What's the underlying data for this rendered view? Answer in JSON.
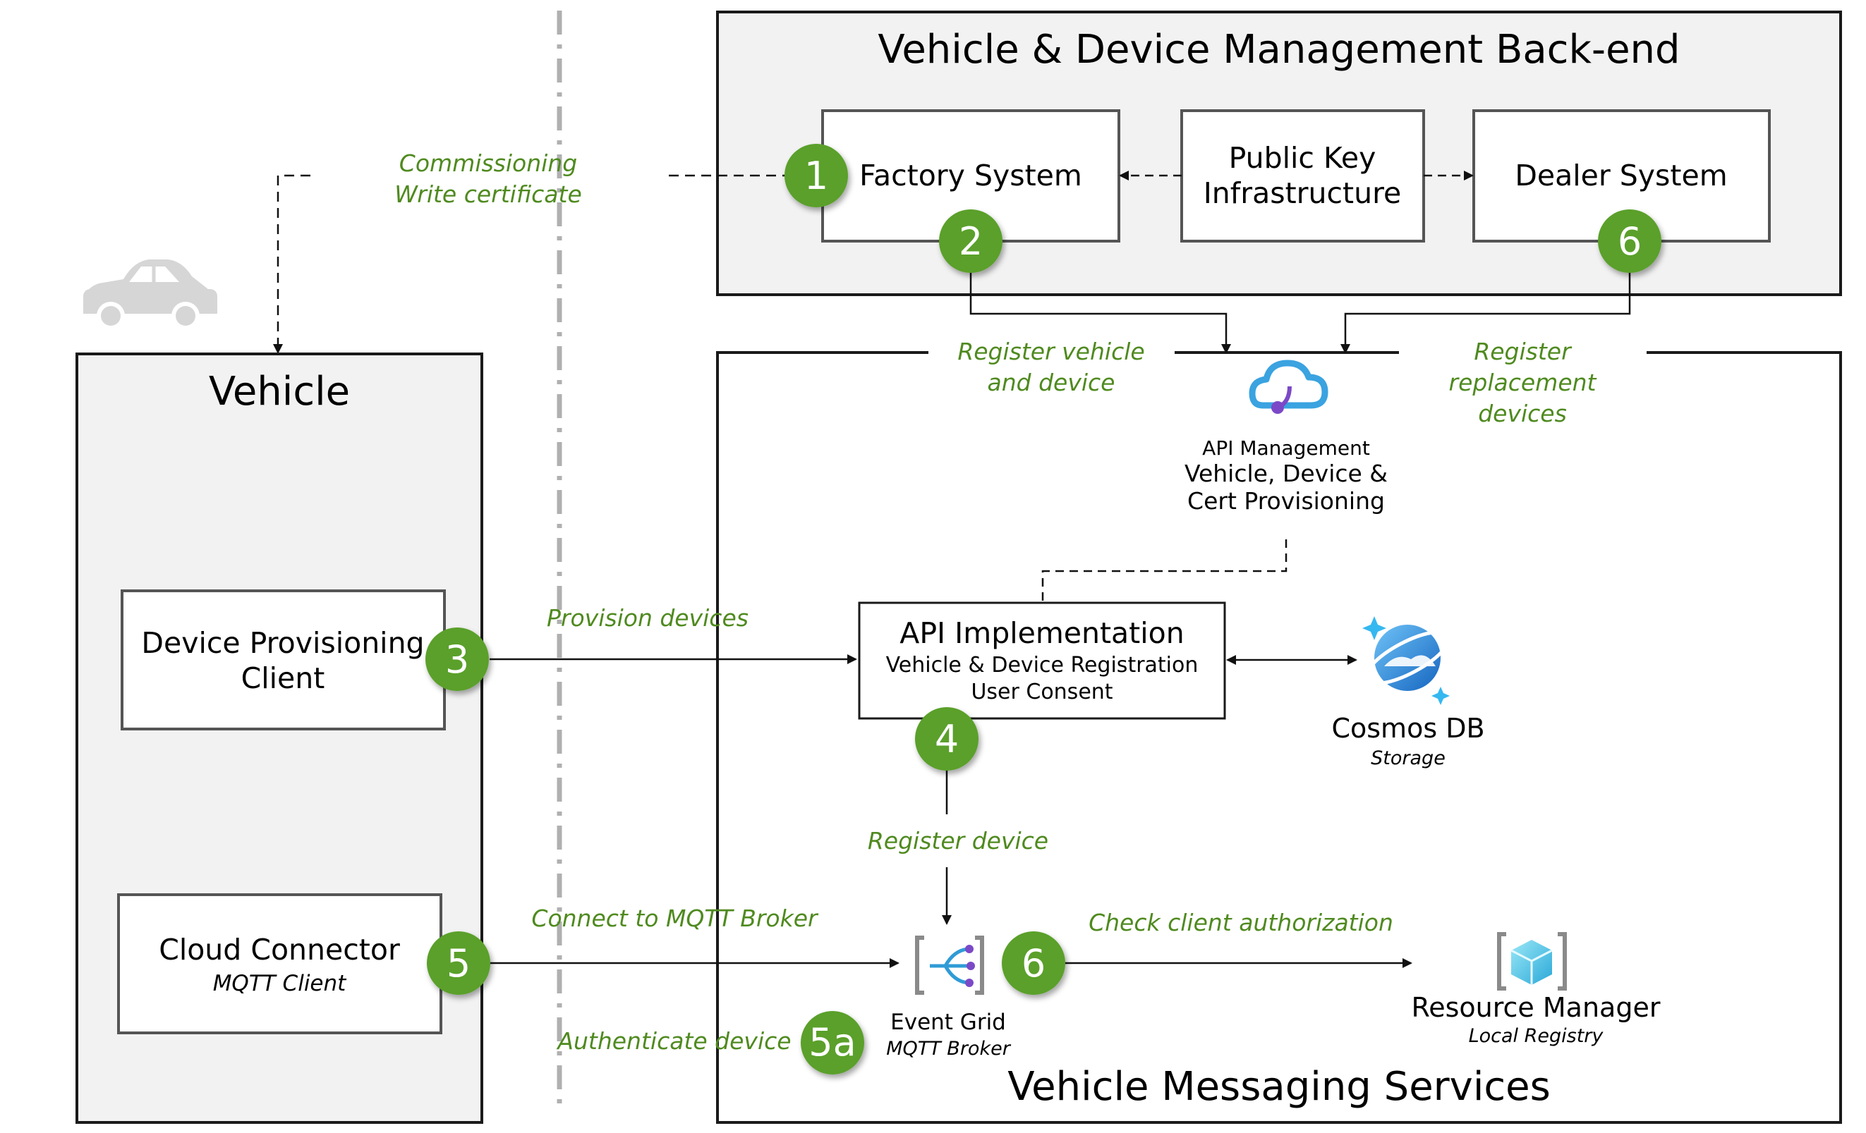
{
  "backend": {
    "title": "Vehicle & Device Management Back-end"
  },
  "factory_system": {
    "label": "Factory System"
  },
  "pki": {
    "line1": "Public Key",
    "line2": "Infrastructure"
  },
  "dealer_system": {
    "label": "Dealer System"
  },
  "vehicle": {
    "title": "Vehicle"
  },
  "device_provisioning_client": {
    "line1": "Device Provisioning",
    "line2": "Client"
  },
  "cloud_connector": {
    "label": "Cloud Connector",
    "sub": "MQTT Client"
  },
  "messaging_services": {
    "title": "Vehicle Messaging Services"
  },
  "api_management": {
    "line1": "API Management",
    "line2": "Vehicle, Device &",
    "line3": "Cert Provisioning"
  },
  "api_implementation": {
    "title": "API Implementation",
    "line2": "Vehicle & Device Registration",
    "line3": "User Consent"
  },
  "cosmos_db": {
    "name": "Cosmos DB",
    "sub": "Storage"
  },
  "event_grid": {
    "name": "Event Grid",
    "sub": "MQTT Broker"
  },
  "resource_manager": {
    "name": "Resource Manager",
    "sub": "Local Registry"
  },
  "edge_labels": {
    "commissioning_1": "Commissioning",
    "commissioning_2": "Write certificate",
    "register_vehicle_1": "Register vehicle",
    "register_vehicle_2": "and device",
    "register_replacement_1": "Register",
    "register_replacement_2": "replacement",
    "register_replacement_3": "devices",
    "provision_devices": "Provision devices",
    "register_device": "Register device",
    "connect_mqtt": "Connect to MQTT Broker",
    "check_auth": "Check client authorization",
    "authenticate_device": "Authenticate device"
  },
  "steps": {
    "factory": "1",
    "factory_register": "2",
    "dealer": "6",
    "provisioning": "3",
    "api_impl": "4",
    "connector": "5",
    "auth": "5a",
    "event_grid": "6"
  },
  "colors": {
    "step_green": "#5aa02c",
    "edge_label_green": "#4f8a1f",
    "panel_fill": "#f2f2f2",
    "border": "#1a1a1a",
    "separator": "#b0b0b0",
    "car_gray": "#d6d6d6"
  },
  "icons": {
    "car": "car-icon",
    "api_management": "api-management-cloud-icon",
    "cosmos_db": "cosmos-db-planet-icon",
    "event_grid": "event-grid-icon",
    "resource_manager": "resource-manager-cube-icon"
  }
}
